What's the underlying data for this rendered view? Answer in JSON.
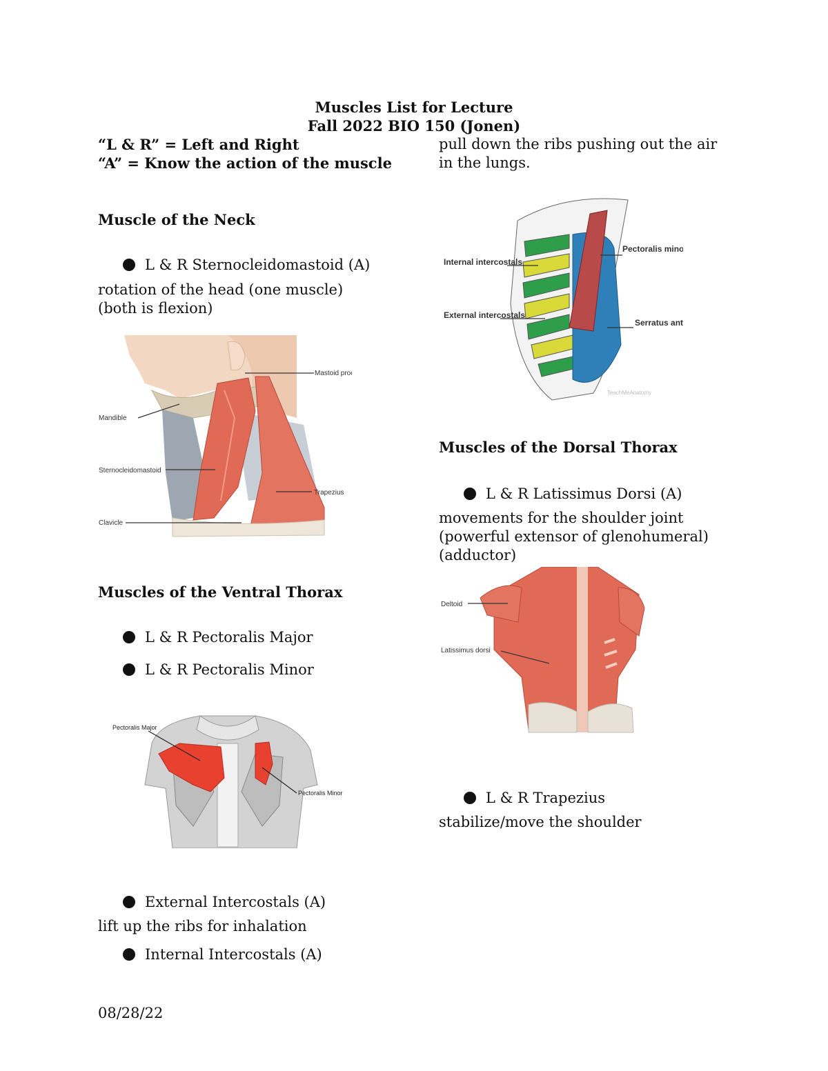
{
  "header": {
    "title_line1": "Muscles List for Lecture",
    "title_line2": "Fall 2022 BIO 150 (Jonen)",
    "legend_lr": "“L & R” = Left and Right",
    "legend_a": "“A” = Know the action of the muscle"
  },
  "left": {
    "neck_heading": "Muscle of the Neck",
    "scm_item": "L & R Sternocleidomastoid (A)",
    "scm_action": "rotation of the head (one muscle)(both is flexion)",
    "neck_figure": {
      "labels": [
        "Mastoid process",
        "Mandible",
        "Sternocleidomastoid",
        "Trapezius",
        "Clavicle"
      ]
    },
    "ventral_heading": "Muscles of the Ventral Thorax",
    "pec_major_item": "L & R Pectoralis Major",
    "pec_minor_item": "L & R Pectoralis Minor",
    "chest_figure": {
      "labels": [
        "Pectoralis Major",
        "Pectoralis Minor"
      ]
    },
    "ext_item": "External Intercostals (A)",
    "ext_action": "lift up the ribs for inhalation",
    "int_item": "Internal Intercostals (A)"
  },
  "right": {
    "int_action": "pull down the ribs pushing out the air in the lungs.",
    "ribs_figure": {
      "labels": [
        "Internal intercostals",
        "External intercostals",
        "Pectoralis minor",
        "Serratus anterior"
      ],
      "watermark": "TeachMeAnatomy"
    },
    "dorsal_heading": "Muscles of the Dorsal Thorax",
    "lat_item": "L & R Latissimus Dorsi (A)",
    "lat_action": "movements for the shoulder joint (powerful extensor of glenohumeral) (adductor)",
    "back_figure": {
      "labels": [
        "Deltoid",
        "Latissimus dorsi"
      ]
    },
    "trap_item": "L & R Trapezius",
    "trap_action": "stabilize/move the shoulder"
  },
  "footer": {
    "date": "08/28/22"
  },
  "colors": {
    "muscle": "#e06a55",
    "muscle_dark": "#b94a3a",
    "ext_intercostal": "#d9d93a",
    "int_intercostal": "#2e9e4a",
    "serratus": "#2f7fb8"
  }
}
